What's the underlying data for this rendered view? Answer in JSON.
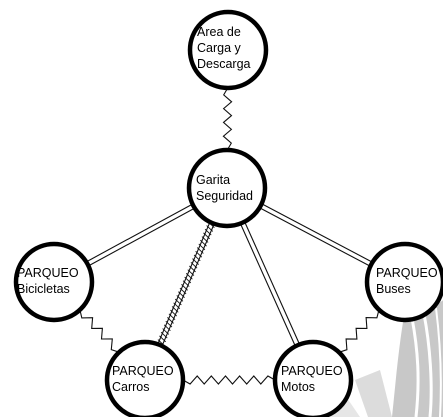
{
  "diagram": {
    "nodes": [
      {
        "id": "area-carga",
        "label": "Area de\nCarga y\nDescarga"
      },
      {
        "id": "garita",
        "label": "Garita\nSeguridad"
      },
      {
        "id": "bicicletas",
        "label": "PARQUEO\nBicicletas"
      },
      {
        "id": "buses",
        "label": "PARQUEO\nBuses"
      },
      {
        "id": "carros",
        "label": "PARQUEO\nCarros"
      },
      {
        "id": "motos",
        "label": "PARQUEO\nMotos"
      }
    ],
    "edges": [
      {
        "from": "area-carga",
        "to": "garita",
        "style": "zigzag"
      },
      {
        "from": "garita",
        "to": "bicicletas",
        "style": "double"
      },
      {
        "from": "garita",
        "to": "carros",
        "style": "hatched"
      },
      {
        "from": "garita",
        "to": "motos",
        "style": "double"
      },
      {
        "from": "garita",
        "to": "buses",
        "style": "double"
      },
      {
        "from": "bicicletas",
        "to": "carros",
        "style": "zigzag"
      },
      {
        "from": "carros",
        "to": "motos",
        "style": "zigzag"
      },
      {
        "from": "motos",
        "to": "buses",
        "style": "zigzag"
      }
    ]
  }
}
